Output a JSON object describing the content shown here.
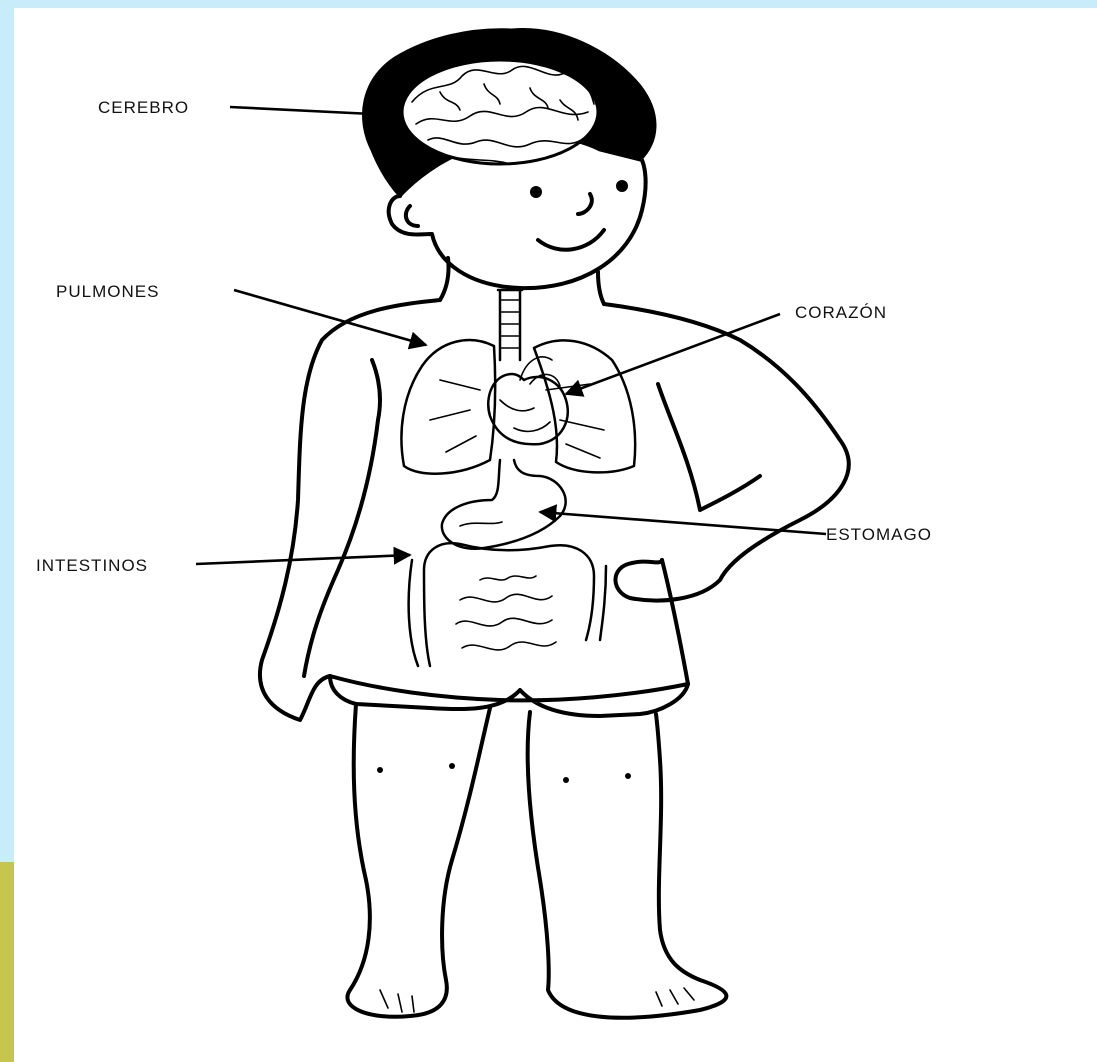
{
  "colors": {
    "frame_top": "#c9ecfa",
    "frame_left": "#c9ecfa",
    "frame_left_bottom": "#c6c64f",
    "background": "#ffffff",
    "line": "#000000"
  },
  "labels": {
    "brain": "CEREBRO",
    "lungs": "PULMONES",
    "heart": "CORAZÓN",
    "stomach": "ESTOMAGO",
    "intestines": "INTESTINOS"
  }
}
